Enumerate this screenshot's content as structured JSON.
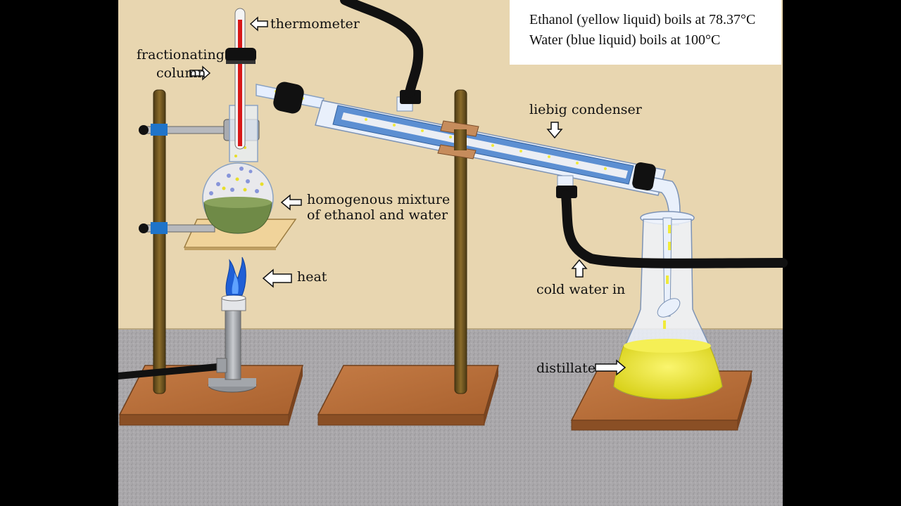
{
  "diagram": {
    "labels": {
      "thermometer": "thermometer",
      "fractionating_column_line1": "fractionating",
      "fractionating_column_line2": "column",
      "mixture_line1": "homogenous mixture",
      "mixture_line2": "of ethanol and water",
      "heat": "heat",
      "condenser": "liebig condenser",
      "cold_water_in": "cold water in",
      "distillate": "distillate"
    },
    "info_box": {
      "line1": "Ethanol (yellow liquid) boils at 78.37°C",
      "line2": "Water (blue liquid) boils at 100°C"
    }
  },
  "colors": {
    "wall": "#e8d6b0",
    "bench": "#a9a7aa",
    "ethanol": "#f0ea3a",
    "water": "#6e9ad8",
    "wood": "#b86f3c",
    "tubing": "#111111",
    "flame": "#1f5fd6",
    "thermometer_red": "#d81818",
    "clamp_blue": "#1f74c9"
  }
}
